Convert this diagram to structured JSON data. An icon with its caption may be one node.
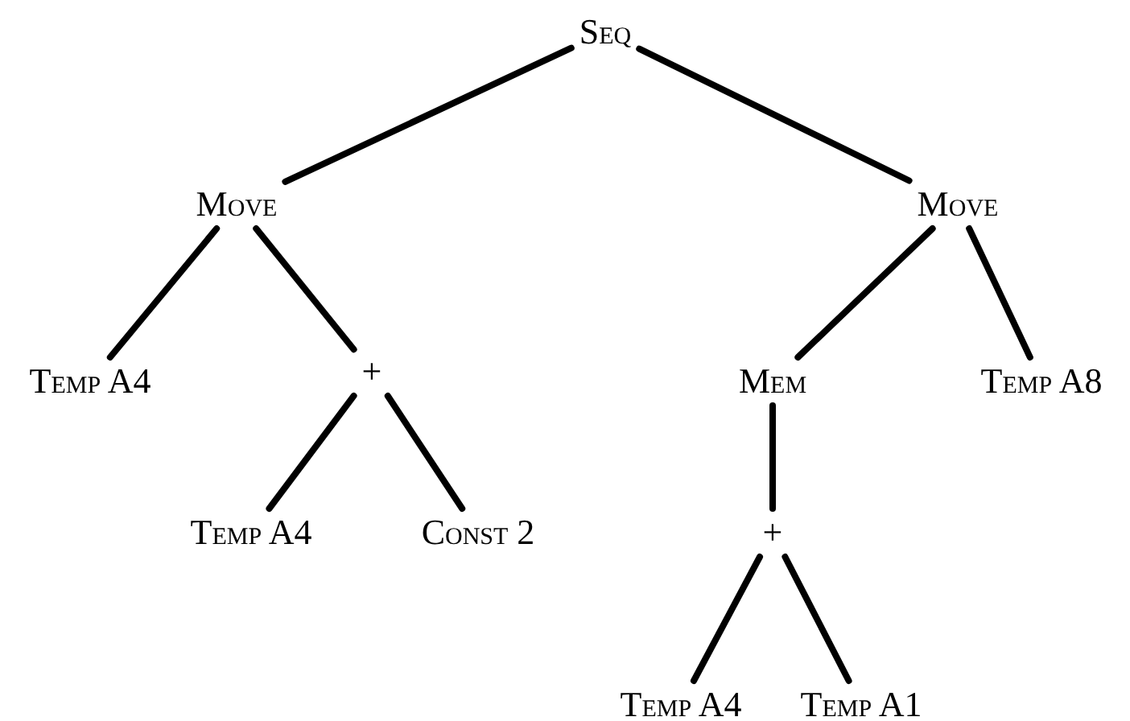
{
  "diagram": {
    "nodes": [
      {
        "text": [
          "Seq"
        ]
      },
      {
        "text": [
          "Move"
        ]
      },
      {
        "text": [
          "Move"
        ]
      },
      {
        "text": [
          "Temp A4"
        ]
      },
      {
        "text": [
          "+"
        ]
      },
      {
        "text": [
          "Mem"
        ]
      },
      {
        "text": [
          "Temp A8"
        ]
      },
      {
        "text": [
          "Temp A4"
        ]
      },
      {
        "text": [
          "Const 2"
        ]
      },
      {
        "text": [
          "+"
        ]
      },
      {
        "text": [
          "Temp A4"
        ]
      },
      {
        "text": [
          "Temp A1"
        ]
      }
    ],
    "edges": [
      {
        "from": 0,
        "to": 1,
        "arrow": "none"
      },
      {
        "from": 0,
        "to": 2,
        "arrow": "none"
      },
      {
        "from": 1,
        "to": 3,
        "arrow": "none"
      },
      {
        "from": 1,
        "to": 4,
        "arrow": "none"
      },
      {
        "from": 2,
        "to": 5,
        "arrow": "none"
      },
      {
        "from": 2,
        "to": 6,
        "arrow": "none"
      },
      {
        "from": 4,
        "to": 7,
        "arrow": "none"
      },
      {
        "from": 4,
        "to": 8,
        "arrow": "none"
      },
      {
        "from": 5,
        "to": 9,
        "arrow": "none"
      },
      {
        "from": 9,
        "to": 10,
        "arrow": "none"
      },
      {
        "from": 9,
        "to": 11,
        "arrow": "none"
      }
    ]
  }
}
